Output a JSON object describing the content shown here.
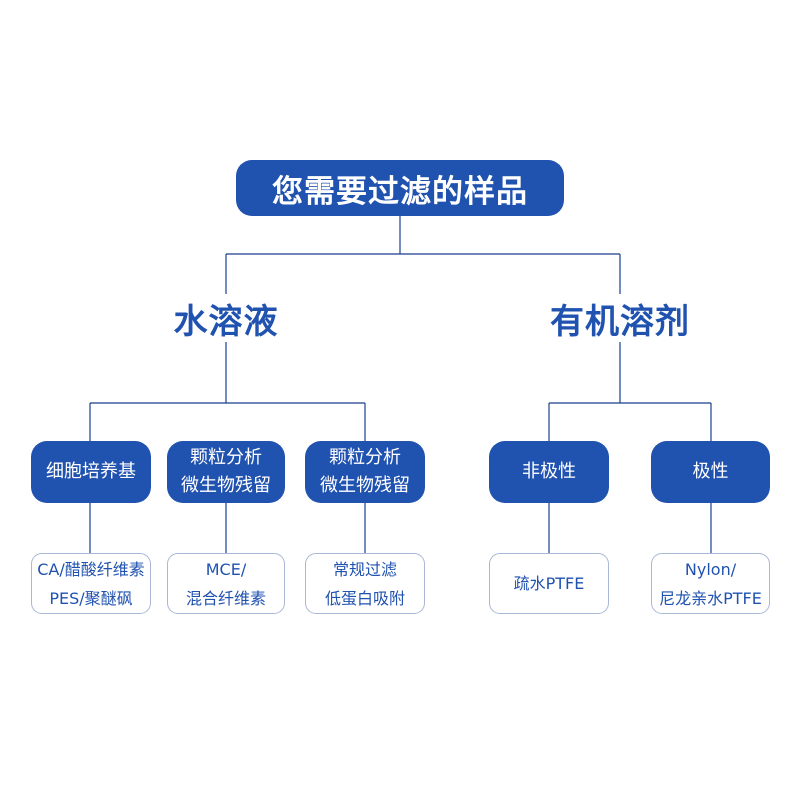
{
  "root": {
    "label": "您需要过滤的样品"
  },
  "branches": [
    {
      "label": "水溶液",
      "categories": [
        {
          "lines": [
            "细胞培养基"
          ],
          "result": [
            "CA/醋酸纤维素",
            "PES/聚醚砜"
          ]
        },
        {
          "lines": [
            "颗粒分析",
            "微生物残留"
          ],
          "result": [
            "MCE/",
            "混合纤维素"
          ]
        },
        {
          "lines": [
            "颗粒分析",
            "微生物残留"
          ],
          "result": [
            "常规过滤",
            "低蛋白吸附"
          ]
        }
      ]
    },
    {
      "label": "有机溶剂",
      "categories": [
        {
          "lines": [
            "非极性"
          ],
          "result": [
            "疏水PTFE"
          ]
        },
        {
          "lines": [
            "极性"
          ],
          "result": [
            "Nylon/",
            "尼龙亲水PTFE"
          ]
        }
      ]
    }
  ],
  "colors": {
    "node_fill": "#2052b0",
    "node_text": "#ffffff",
    "branch_text": "#2052b0",
    "result_border": "#a9b8d6",
    "connector": "#1a3f8f"
  }
}
